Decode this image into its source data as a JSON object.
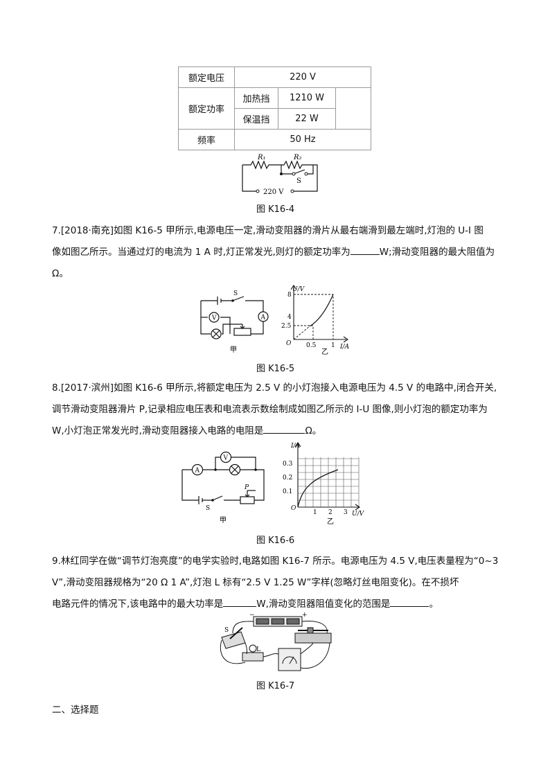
{
  "table": {
    "rated_voltage_label": "额定电压",
    "rated_voltage_value": "220 V",
    "rated_power_label": "额定功率",
    "heating_label": "加热挡",
    "heating_value": "1210 W",
    "warming_label": "保温挡",
    "warming_value": "22 W",
    "frequency_label": "频率",
    "frequency_value": "50 Hz"
  },
  "fig4": {
    "r1": "R₁",
    "r2": "R₂",
    "s": "S",
    "voltage": "220 V",
    "caption": "图 K16-4"
  },
  "q7": {
    "line1": "7.[2018·南充]如图 K16-5 甲所示,电源电压一定,滑动变阻器的滑片从最右端滑到最左端时,灯泡的 U-I 图",
    "line2a": "像如图乙所示。当通过灯的电流为 1 A 时,灯正常发光,则灯的额定功率为",
    "line2b": "W;滑动变阻器的最大阻值为",
    "line3": "Ω。"
  },
  "fig5": {
    "s": "S",
    "v": "V",
    "a": "A",
    "jia": "甲",
    "yi": "乙",
    "ylabel": "U/V",
    "xlabel": "I/A",
    "origin": "O",
    "yticks": [
      "8",
      "4",
      "2.5"
    ],
    "xticks": [
      "0.5",
      "1"
    ],
    "caption": "图 K16-5"
  },
  "q8": {
    "line1": "8.[2017·滨州]如图 K16-6 甲所示,将额定电压为 2.5 V 的小灯泡接入电源电压为 4.5 V 的电路中,闭合开关,",
    "line2": "调节滑动变阻器滑片 P,记录相应电压表和电流表示数绘制成如图乙所示的 I-U 图像,则小灯泡的额定功率为",
    "line3a": "W,小灯泡正常发光时,滑动变阻器接入电路的电阻是",
    "line3b": "Ω。"
  },
  "fig6": {
    "a": "A",
    "v": "V",
    "p": "P",
    "s": "S",
    "jia": "甲",
    "yi": "乙",
    "ylabel": "I/A",
    "xlabel": "U/V",
    "origin": "O",
    "yticks": [
      "0.3",
      "0.2",
      "0.1"
    ],
    "xticks": [
      "1",
      "2",
      "3"
    ],
    "caption": "图 K16-6"
  },
  "q9": {
    "line1": "9.林红同学在做“调节灯泡亮度”的电学实验时,电路如图 K16-7 所示。电源电压为 4.5 V,电压表量程为“0~3",
    "line2": "V”,滑动变阻器规格为“20 Ω  1 A”,灯泡 L 标有“2.5 V  1.25 W”字样(忽略灯丝电阻变化)。在不损坏",
    "line3a": "电路元件的情况下,该电路中的最大功率是",
    "line3b": "W,滑动变阻器阻值变化的范围是",
    "line3c": "。"
  },
  "fig7": {
    "s": "S",
    "l": "L",
    "minus": "−",
    "plus": "+",
    "caption": "图 K16-7"
  },
  "section": "二、选择题"
}
